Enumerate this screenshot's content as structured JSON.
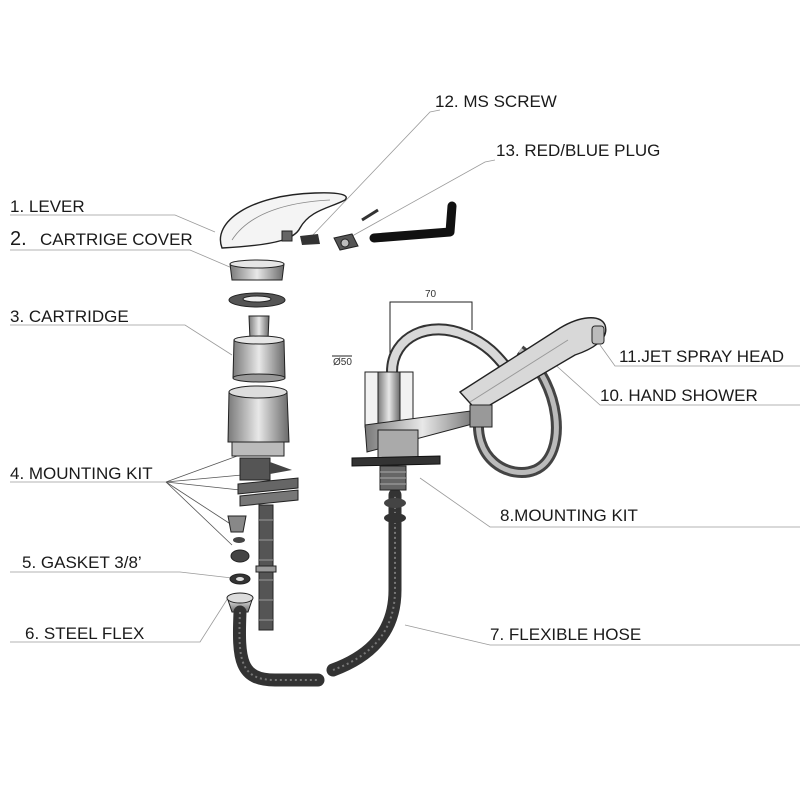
{
  "labels": {
    "lever": "1.  LEVER",
    "cartrige_cover": "CARTRIGE COVER",
    "cartrige_cover_num": "2.",
    "cartridge": "3. CARTRIDGE",
    "mounting_kit_left": "4. MOUNTING KIT",
    "gasket": "5. GASKET 3/8’",
    "steel_flex": "6. STEEL FLEX",
    "flexible_hose": "7. FLEXIBLE HOSE",
    "mounting_kit_right": "8.MOUNTING KIT",
    "hand_shower": "10. HAND SHOWER",
    "jet_spray_head": "11.JET SPRAY HEAD",
    "ms_screw": "12. MS SCREW",
    "red_blue_plug": "13. RED/BLUE PLUG"
  },
  "dimensions": {
    "spout_width": "70",
    "base_diameter": "Ø50"
  }
}
